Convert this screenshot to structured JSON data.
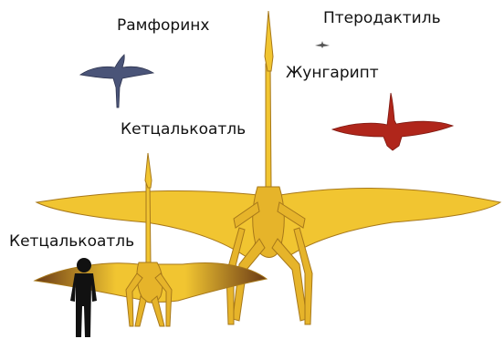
{
  "labels": {
    "rhamphorhynchus": "Рамфоринх",
    "pterodactylus": "Птеродактиль",
    "dsungaripterus": "Жунгарипт",
    "quetzalcoatlus_large": "Кетцалькоатль",
    "quetzalcoatlus_small": "Кетцалькоатль"
  },
  "colors": {
    "rhamphorhynchus": "#4a5478",
    "pterodactylus": "#555555",
    "dsungaripterus": "#b0261b",
    "quetzalcoatlus": "#f1c531",
    "quetzalcoatlus_shade": "#d9a31f",
    "quetzalcoatlus_outline": "#a7781a",
    "small_wing_dark": "#6a3a16",
    "human": "#111111"
  }
}
